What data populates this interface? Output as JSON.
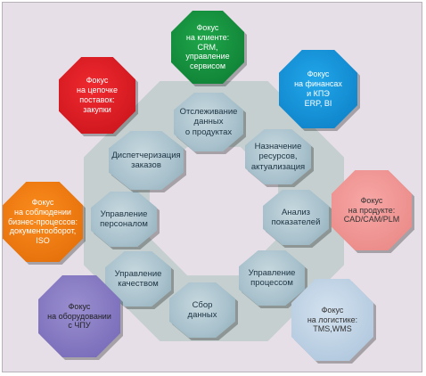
{
  "hub": {
    "fill": "#c5cfcf",
    "hole": "#e6dfe7"
  },
  "process_nodes": [
    {
      "id": "monitoring",
      "lines": [
        "Отслеживание",
        "данных",
        "о продуктах"
      ]
    },
    {
      "id": "resources",
      "lines": [
        "Назначение",
        "ресурсов,",
        "актуализация"
      ]
    },
    {
      "id": "analysis",
      "lines": [
        "Анализ",
        "показателей"
      ]
    },
    {
      "id": "process-management",
      "lines": [
        "Управление",
        "процессом"
      ]
    },
    {
      "id": "data-collection",
      "lines": [
        "Сбор",
        "данных"
      ]
    },
    {
      "id": "quality",
      "lines": [
        "Управление",
        "качеством"
      ]
    },
    {
      "id": "personnel",
      "lines": [
        "Управление",
        "персоналом"
      ]
    },
    {
      "id": "dispatching",
      "lines": [
        "Диспетчеризация",
        "заказов"
      ]
    }
  ],
  "focus_nodes": [
    {
      "id": "client",
      "lines": [
        "Фокус",
        "на клиенте:",
        "CRM,",
        "управление",
        "сервисом"
      ],
      "color": "#1fa64a",
      "color_dark": "#0d7a32",
      "text_color": "#ffffff"
    },
    {
      "id": "finance",
      "lines": [
        "Фокус",
        "на финансах",
        "и КПЭ",
        "ERP, BI"
      ],
      "color": "#22a7ea",
      "color_dark": "#0b7cc4",
      "text_color": "#ffffff"
    },
    {
      "id": "product",
      "lines": [
        "Фокус",
        "на продукте:",
        "CAD/CAM/PLM"
      ],
      "color": "#f7a7a6",
      "color_dark": "#e88582",
      "text_color": "#333333"
    },
    {
      "id": "logistics",
      "lines": [
        "Фокус",
        "на логистике:",
        "TMS,WMS"
      ],
      "color": "#d4e2ef",
      "color_dark": "#a9c2da",
      "text_color": "#333333"
    },
    {
      "id": "equipment",
      "lines": [
        "Фокус",
        "на оборудовании",
        "с ЧПУ"
      ],
      "color": "#9b8fd0",
      "color_dark": "#7265b5",
      "text_color": "#222222"
    },
    {
      "id": "compliance",
      "lines": [
        "Фокус",
        "на соблюдении",
        "бизнес-процессов:",
        "документооборот,",
        "ISO"
      ],
      "color": "#fb8c1e",
      "color_dark": "#e06a06",
      "text_color": "#ffffff"
    },
    {
      "id": "supply-chain",
      "lines": [
        "Фокус",
        "на цепочке",
        "поставок:",
        "закупки"
      ],
      "color": "#ef2a2f",
      "color_dark": "#c7121a",
      "text_color": "#ffffff"
    }
  ]
}
